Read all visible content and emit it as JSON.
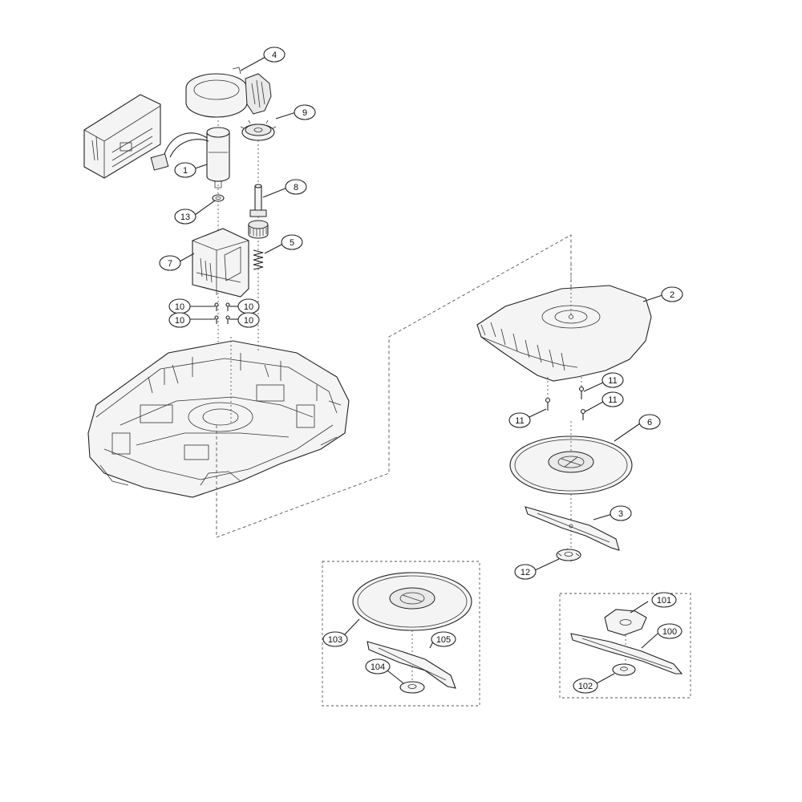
{
  "diagram": {
    "callouts": [
      {
        "id": "c1",
        "label": "1"
      },
      {
        "id": "c2",
        "label": "2"
      },
      {
        "id": "c3",
        "label": "3"
      },
      {
        "id": "c4",
        "label": "4"
      },
      {
        "id": "c5",
        "label": "5"
      },
      {
        "id": "c6",
        "label": "6"
      },
      {
        "id": "c7",
        "label": "7"
      },
      {
        "id": "c8",
        "label": "8"
      },
      {
        "id": "c9",
        "label": "9"
      },
      {
        "id": "c10a",
        "label": "10"
      },
      {
        "id": "c10b",
        "label": "10"
      },
      {
        "id": "c10c",
        "label": "10"
      },
      {
        "id": "c10d",
        "label": "10"
      },
      {
        "id": "c11a",
        "label": "11"
      },
      {
        "id": "c11b",
        "label": "11"
      },
      {
        "id": "c11c",
        "label": "11"
      },
      {
        "id": "c12",
        "label": "12"
      },
      {
        "id": "c13",
        "label": "13"
      },
      {
        "id": "c100",
        "label": "100"
      },
      {
        "id": "c101",
        "label": "101"
      },
      {
        "id": "c102",
        "label": "102"
      },
      {
        "id": "c103",
        "label": "103"
      },
      {
        "id": "c104",
        "label": "104"
      },
      {
        "id": "c105",
        "label": "105"
      }
    ]
  }
}
